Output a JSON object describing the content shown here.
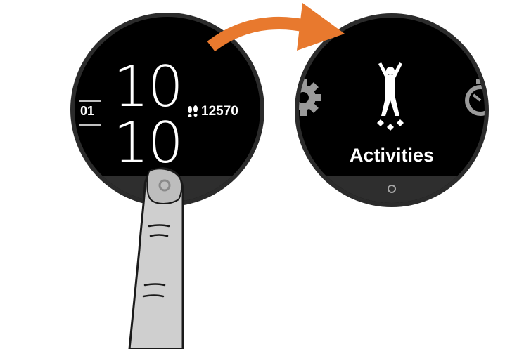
{
  "watch_face": {
    "hour": "10",
    "minute": "10",
    "date": "01",
    "steps": "12570"
  },
  "menu": {
    "activities_label": "Activities"
  },
  "colors": {
    "arrow": "#e8792e",
    "face": "#000000",
    "bezel": "#2b2b2b",
    "finger_fill": "#cfcfcf"
  },
  "icons": {
    "steps": "footprints-icon",
    "activities": "person-jumping-icon",
    "settings": "gear-icon",
    "clock": "stopwatch-icon",
    "home_button": "circle-button-icon"
  }
}
